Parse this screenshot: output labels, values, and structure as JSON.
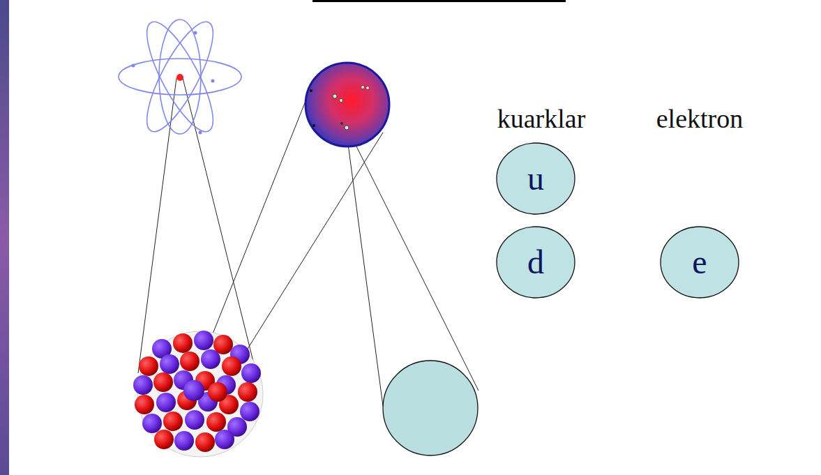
{
  "diagram": {
    "nodes": [
      {
        "text": [
          "u"
        ]
      },
      {
        "text": [
          "d"
        ]
      },
      {
        "text": [
          "e"
        ]
      }
    ],
    "labels": [
      "kuarklar",
      "elektron"
    ]
  }
}
